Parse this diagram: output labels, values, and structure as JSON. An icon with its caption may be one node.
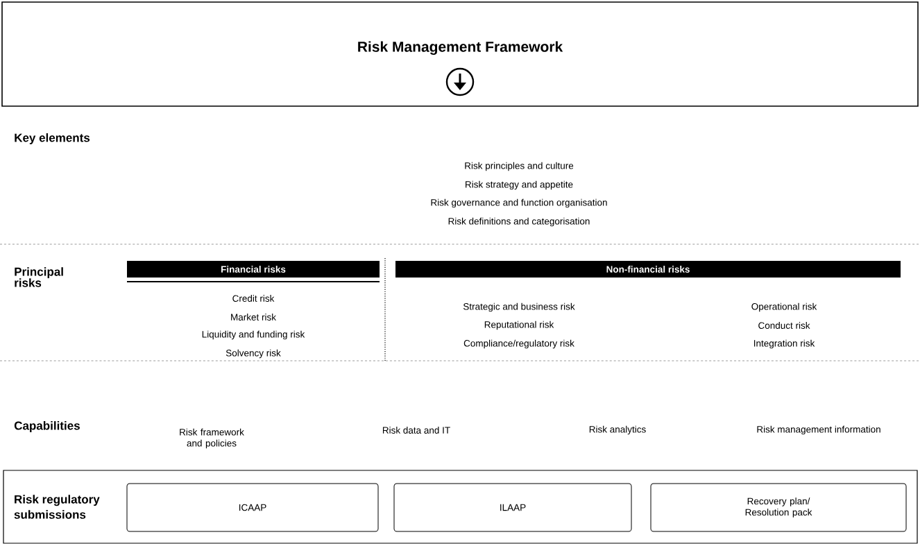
{
  "diagram": {
    "nodes": [
      {
        "text": [
          "Risk Management Framework"
        ]
      },
      {
        "text": [
          "Financial risks"
        ]
      },
      {
        "text": [
          "Non-financial risks"
        ]
      },
      {
        "text": [
          "Risk regulatory submissions"
        ]
      },
      {
        "text": [
          "ICAAP"
        ],
        "in": 3
      },
      {
        "text": [
          "ILAAP"
        ],
        "in": 3
      },
      {
        "text": [
          "Recovery plan/ Resolution pack"
        ],
        "in": 3
      }
    ],
    "edges": [],
    "labels": [
      "Key elements",
      "Risk principles and culture",
      "Risk strategy and appetite",
      "Risk governance and function organisation",
      "Risk definitions and categorisation",
      "Principal risks",
      "Credit risk",
      "Market risk",
      "Liquidity and funding risk",
      "Solvency risk",
      "Strategic and business risk",
      "Operational risk",
      "Reputational risk",
      "Conduct risk",
      "Compliance/regulatory risk",
      "Integration risk",
      "Capabilities",
      "Risk framework and policies",
      "Risk data and IT",
      "Risk analytics",
      "Risk management information"
    ]
  }
}
